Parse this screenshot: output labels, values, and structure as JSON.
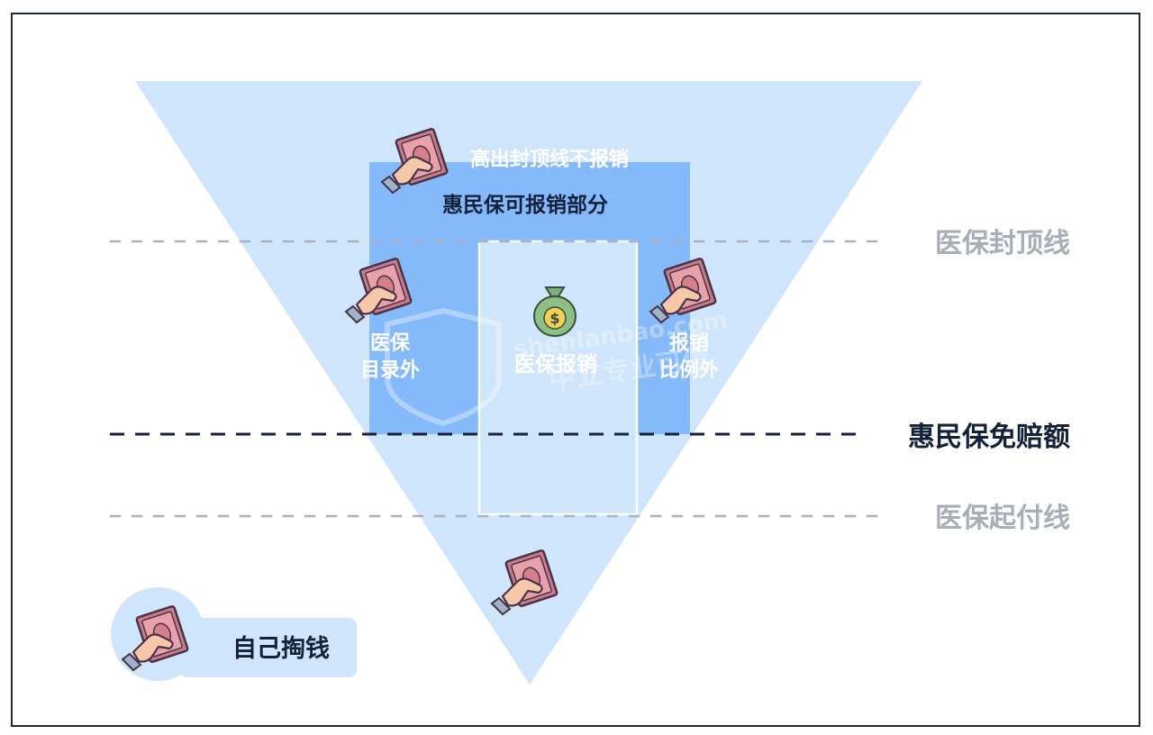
{
  "labels": {
    "above_cap_not_reimbursed": "高出封顶线不报销",
    "huiminbao_reimbursable": "惠民保可报销部分",
    "medical_cap_line": "医保封顶线",
    "outside_catalog_line1": "医保",
    "outside_catalog_line2": "目录外",
    "medical_reimbursement": "医保报销",
    "outside_ratio_line1": "报销",
    "outside_ratio_line2": "比例外",
    "huiminbao_deductible": "惠民保免赔额",
    "medical_deductible_line": "医保起付线",
    "pay_out_of_pocket": "自己掏钱"
  },
  "watermark": {
    "domain": "shenlanbao.com",
    "slogan": "中立专业可信"
  },
  "icons": {
    "cash_hand": "cash-in-hand-icon",
    "money_bag": "money-bag-icon",
    "money_bag_symbol": "$"
  },
  "colors": {
    "frame": "#1e2a3a",
    "triangle": "#cfe5fb",
    "reimbursable_block": "#84b9fb",
    "cap_line": "#aab1bb",
    "deductible_line": "#18233a",
    "dark_text": "#14213a",
    "grey_text": "#a8aeb7",
    "white_text": "#ffffff"
  }
}
